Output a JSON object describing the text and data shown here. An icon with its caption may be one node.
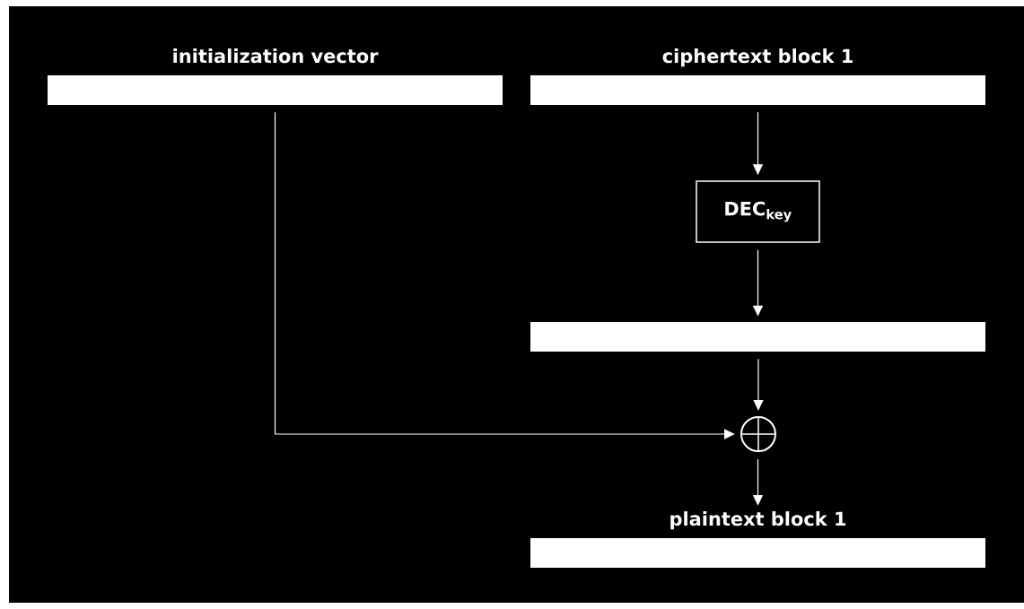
{
  "diagram": {
    "nodes": [
      {
        "text": [
          "initialization vector"
        ]
      },
      {
        "text": [
          "ciphertext block 1"
        ]
      },
      {
        "text": [
          "DEC$_{key}$"
        ]
      },
      {
        "text": [],
        "shape": "bar"
      },
      {
        "text": [],
        "shape": "circle"
      },
      {
        "text": [
          "plaintext block 1"
        ]
      }
    ],
    "edges": [
      {
        "from": 1,
        "to": 2,
        "arrow": "to"
      },
      {
        "from": 2,
        "to": 3,
        "arrow": "to"
      },
      {
        "from": 3,
        "to": 4,
        "arrow": "to"
      },
      {
        "from": 0,
        "to": 4,
        "arrow": "to"
      },
      {
        "from": 4,
        "to": 5,
        "arrow": "to"
      }
    ]
  }
}
